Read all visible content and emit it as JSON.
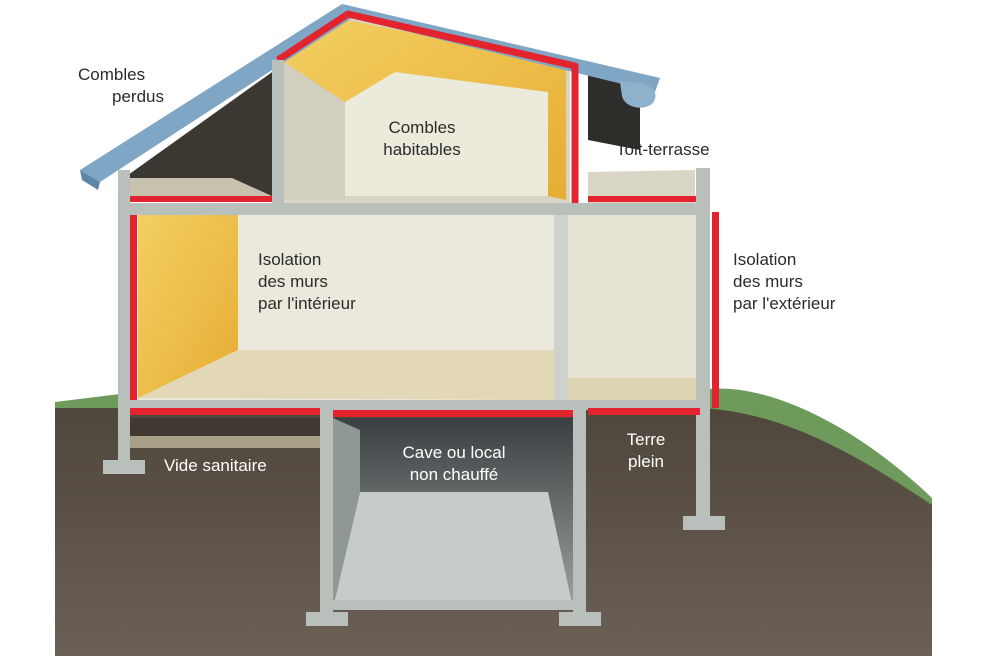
{
  "labels": {
    "combles_perdus": [
      "Combles",
      "perdus"
    ],
    "combles_habitables": [
      "Combles",
      "habitables"
    ],
    "toit_terrasse": "Toit-terrasse",
    "isolation_interieur": [
      "Isolation",
      "des murs",
      "par l'intérieur"
    ],
    "isolation_exterieur": [
      "Isolation",
      "des murs",
      "par l'extérieur"
    ],
    "vide_sanitaire": "Vide sanitaire",
    "cave": [
      "Cave ou local",
      "non chauffé"
    ],
    "terre_plein": [
      "Terre",
      "plein"
    ]
  },
  "colors": {
    "insulation_line": "#e3232d",
    "insulation_fill": "#f0c24a",
    "roof": "#7fa6c4",
    "ground": "#5a4f43",
    "grass": "#6e9a5c",
    "structure": "#b9bfba"
  }
}
